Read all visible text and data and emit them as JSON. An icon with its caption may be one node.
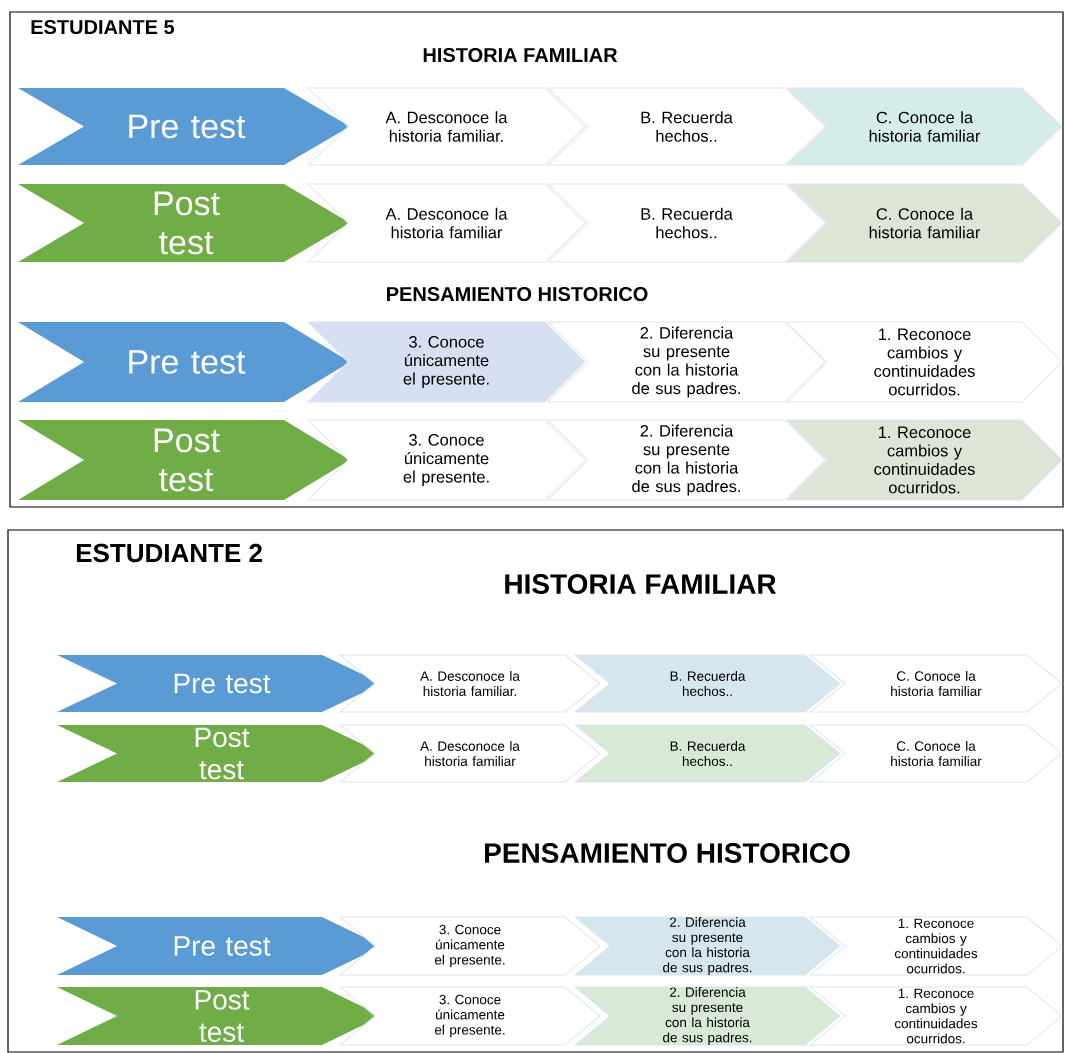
{
  "diagram": {
    "nodes": [
      {
        "text": [
          "ESTUDIANTE 5"
        ]
      },
      {
        "text": [
          "Pre test"
        ],
        "in": 0
      },
      {
        "text": [
          "A. Desconoce la historia familiar."
        ],
        "in": 0
      },
      {
        "text": [
          "B. Recuerda hechos.."
        ],
        "in": 0
      },
      {
        "text": [
          "C. Conoce la historia familiar"
        ],
        "in": 0
      },
      {
        "text": [
          "Post test"
        ],
        "in": 0
      },
      {
        "text": [
          "A. Desconoce la historia familiar"
        ],
        "in": 0
      },
      {
        "text": [
          "B. Recuerda hechos.."
        ],
        "in": 0
      },
      {
        "text": [
          "C. Conoce la historia familiar"
        ],
        "in": 0
      },
      {
        "text": [
          "Pre test"
        ],
        "in": 0
      },
      {
        "text": [
          "3. Conoce únicamente el presente."
        ],
        "in": 0
      },
      {
        "text": [
          "2. Diferencia su presente con la historia de sus padres."
        ],
        "in": 0
      },
      {
        "text": [
          "1. Reconoce cambios y continuidades ocurridos."
        ],
        "in": 0
      },
      {
        "text": [
          "Post test"
        ],
        "in": 0
      },
      {
        "text": [
          "3. Conoce únicamente el presente."
        ],
        "in": 0
      },
      {
        "text": [
          "2. Diferencia su presente con la historia de sus padres."
        ],
        "in": 0
      },
      {
        "text": [
          "1. Reconoce cambios y continuidades ocurridos."
        ],
        "in": 0
      },
      {
        "text": [
          "ESTUDIANTE 2"
        ]
      },
      {
        "text": [
          "Pre test"
        ],
        "in": 17
      },
      {
        "text": [
          "A. Desconoce la historia familiar."
        ],
        "in": 17
      },
      {
        "text": [
          "B. Recuerda hechos.."
        ],
        "in": 17
      },
      {
        "text": [
          "C. Conoce la historia familiar"
        ],
        "in": 17
      },
      {
        "text": [
          "Post test"
        ],
        "in": 17
      },
      {
        "text": [
          "A. Desconoce la historia familiar"
        ],
        "in": 17
      },
      {
        "text": [
          "B. Recuerda hechos.."
        ],
        "in": 17
      },
      {
        "text": [
          "C. Conoce la historia familiar"
        ],
        "in": 17
      },
      {
        "text": [
          "Pre test"
        ],
        "in": 17
      },
      {
        "text": [
          "3. Conoce únicamente el presente."
        ],
        "in": 17
      },
      {
        "text": [
          "2. Diferencia su presente con la historia de sus padres."
        ],
        "in": 17
      },
      {
        "text": [
          "1. Reconoce cambios y continuidades ocurridos."
        ],
        "in": 17
      },
      {
        "text": [
          "Post test"
        ],
        "in": 17
      },
      {
        "text": [
          "3. Conoce únicamente el presente."
        ],
        "in": 17
      },
      {
        "text": [
          "2. Diferencia su presente con la historia de sus padres."
        ],
        "in": 17
      },
      {
        "text": [
          "1. Reconoce cambios y continuidades ocurridos."
        ],
        "in": 17
      }
    ],
    "labels": [
      "HISTORIA FAMILIAR",
      "PENSAMIENTO HISTORICO",
      "HISTORIA FAMILIAR",
      "PENSAMIENTO HISTORICO"
    ]
  }
}
